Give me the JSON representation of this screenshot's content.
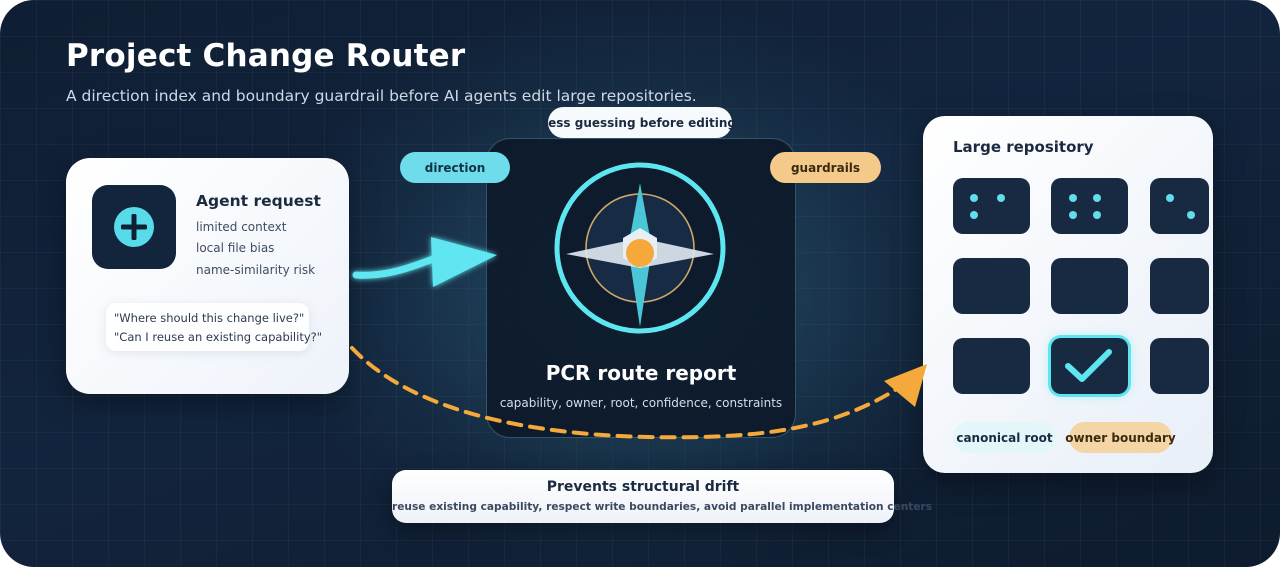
{
  "header": {
    "title": "Project Change Router",
    "subtitle": "A direction index and boundary guardrail before AI agents edit large repositories."
  },
  "agent_card": {
    "icon": "plus-icon",
    "title": "Agent request",
    "lines": [
      "limited context",
      "local file bias",
      "name-similarity risk"
    ],
    "quotes": [
      "\"Where should this change live?\"",
      "\"Can I reuse an existing capability?\""
    ]
  },
  "center": {
    "top_pill": "less guessing before editing",
    "left_pill": "direction",
    "right_pill": "guardrails",
    "icon": "compass-icon",
    "title": "PCR route report",
    "subtitle": "capability, owner, root, confidence, constraints"
  },
  "repository": {
    "title": "Large repository",
    "selected_icon": "checkmark-icon",
    "pills": [
      "canonical root",
      "owner boundary"
    ]
  },
  "footer": {
    "title": "Prevents structural drift",
    "subtitle": "reuse existing capability, respect write boundaries, avoid parallel implementation centers"
  },
  "colors": {
    "background": "#12243d",
    "cyan": "#5ee6f0",
    "amber": "#f4a93a",
    "tile": "#172a42"
  }
}
